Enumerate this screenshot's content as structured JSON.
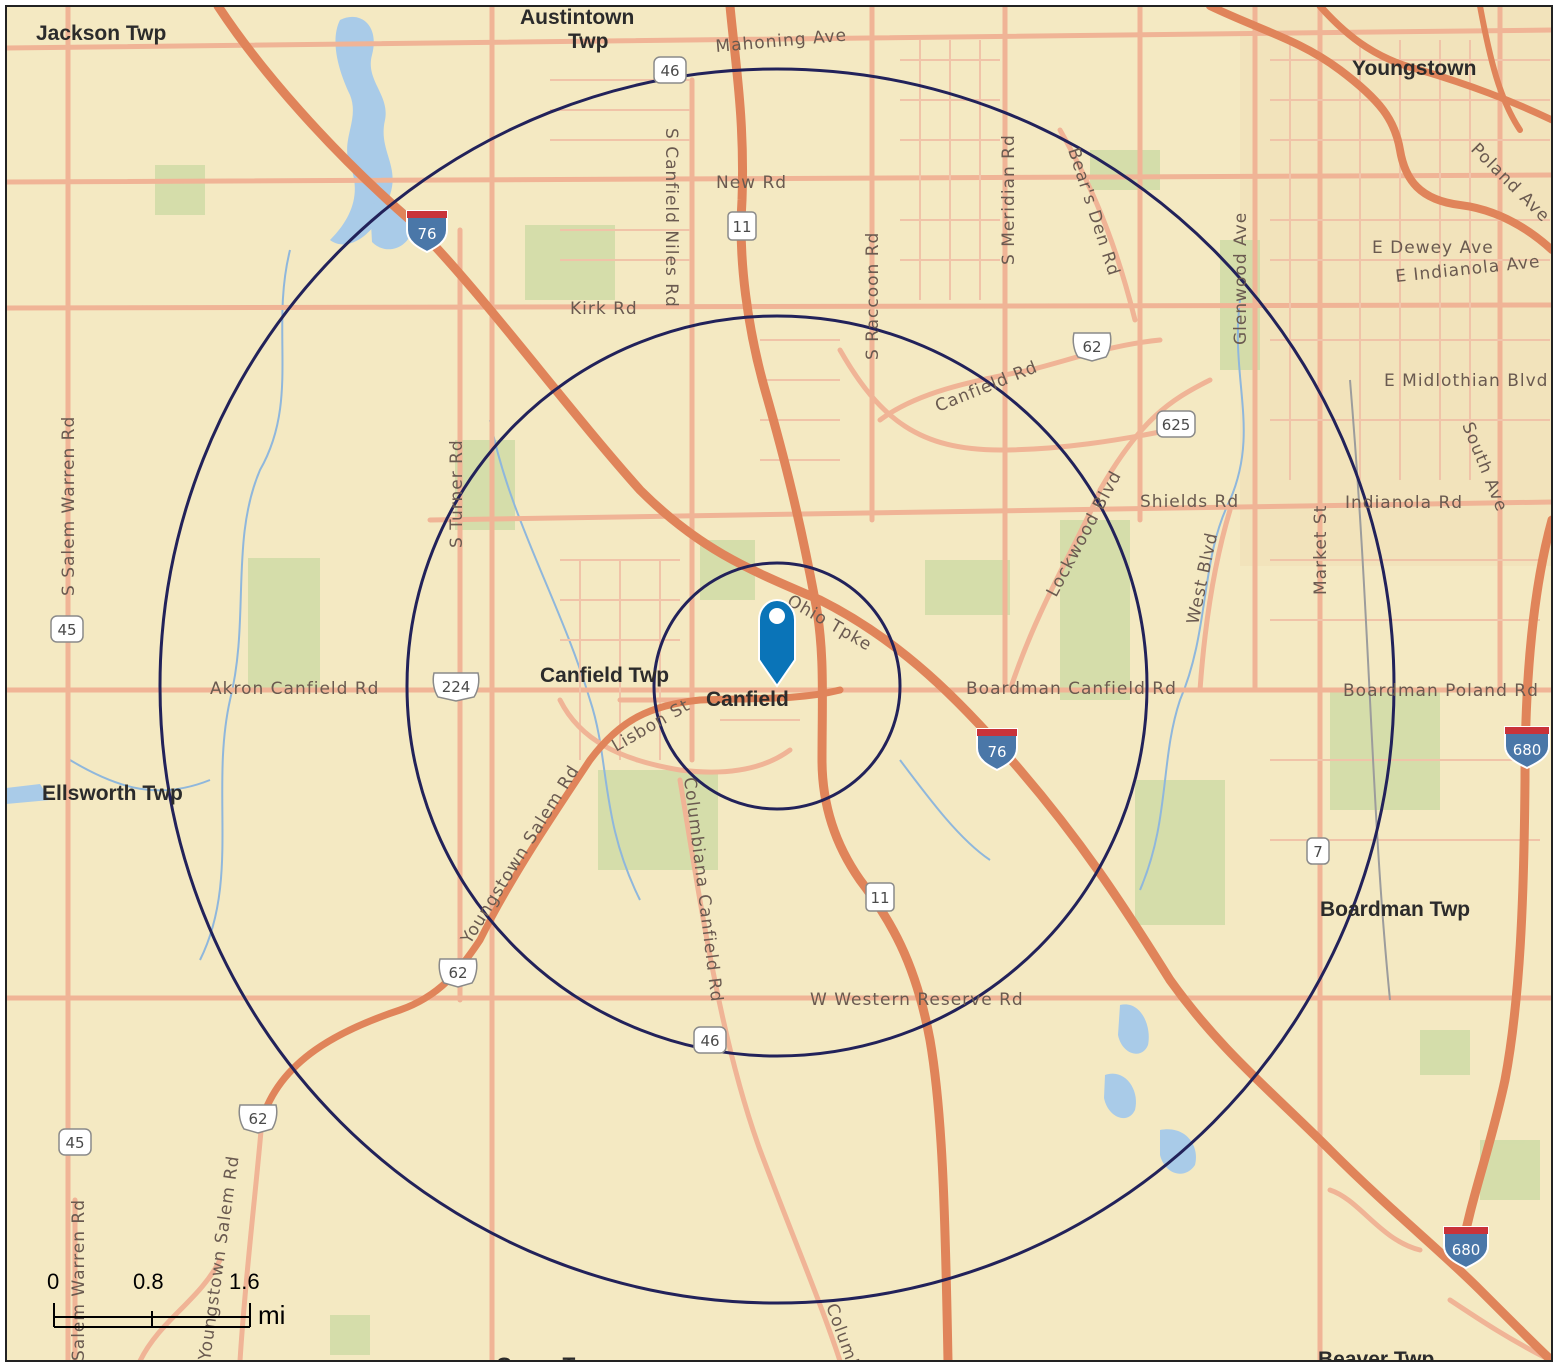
{
  "map": {
    "colors": {
      "land": "#f4e9c2",
      "park": "#cfdba6",
      "water": "#a9cbe8",
      "minor_road": "#f0b496",
      "highway": "#e0845a",
      "ring": "#22225a",
      "marker": "#0a74b8",
      "frame": "#222222"
    },
    "places": {
      "jackson": "Jackson Twp",
      "austintown_1": "Austintown",
      "austintown_2": "Twp",
      "youngstown": "Youngstown",
      "canfield_twp": "Canfield Twp",
      "canfield": "Canfield",
      "ellsworth": "Ellsworth Twp",
      "boardman": "Boardman Twp",
      "beaver": "Beaver Twp",
      "green": "Green Twp"
    },
    "roads": {
      "mahoning": "Mahoning Ave",
      "new_rd": "New Rd",
      "kirk": "Kirk Rd",
      "s_canfield_niles": "S Canfield Niles Rd",
      "s_raccoon": "S Raccoon Rd",
      "s_meridian": "S Meridian Rd",
      "bears_den": "Bear's Den Rd",
      "glenwood": "Glenwood Ave",
      "e_dewey": "E Dewey Ave",
      "e_indianola": "E Indianola Ave",
      "poland": "Poland Ave",
      "e_midlothian": "E Midlothian Blvd",
      "south_ave": "South Ave",
      "canfield_rd": "Canfield Rd",
      "shields": "Shields Rd",
      "indianola": "Indianola Rd",
      "lockwood": "Lockwood Blvd",
      "west_blvd": "West Blvd",
      "market": "Market St",
      "s_turner": "S Turner Rd",
      "s_salem_warren": "S Salem Warren Rd",
      "akron_canfield": "Akron Canfield Rd",
      "ohio_tpke": "Ohio Tpke",
      "lisbon": "Lisbon St",
      "youngstown_salem": "Youngstown Salem Rd",
      "columbiana_canfield": "Columbiana Canfield Rd",
      "boardman_canfield": "Boardman Canfield Rd",
      "boardman_poland": "Boardman Poland Rd",
      "w_western_reserve": "W Western Reserve Rd",
      "salem_warren_low": "Salem Warren Rd",
      "youngstown_salem_low": "Youngstown Salem Rd",
      "columbiana_low": "Columbiana"
    },
    "shields": {
      "i76_a": "76",
      "i76_b": "76",
      "i680_a": "680",
      "i680_b": "680",
      "sr46_top": "46",
      "sr46_bottom": "46",
      "sr11_top": "11",
      "sr11_bottom": "11",
      "us62_east": "62",
      "us62_mid": "62",
      "us62_low": "62",
      "us224": "224",
      "sr625": "625",
      "sr45_top": "45",
      "sr45_bottom": "45",
      "sr7": "7"
    },
    "rings": {
      "count": 3,
      "radii_mi": [
        1,
        3,
        5
      ]
    },
    "scale_bar": {
      "tick_0": "0",
      "tick_1": "0.8",
      "tick_2": "1.6",
      "unit": "mi"
    },
    "marker": {
      "icon": "map-pin-icon"
    }
  }
}
